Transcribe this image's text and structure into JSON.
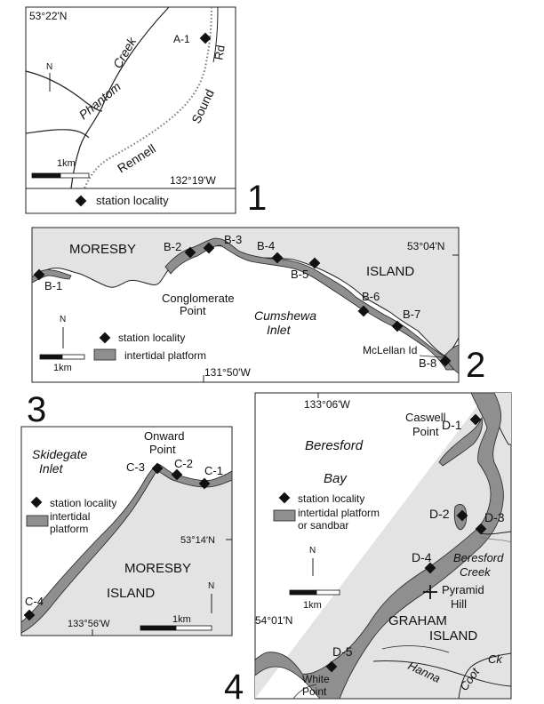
{
  "map1": {
    "lat_label": "53°22'N",
    "lon_label": "132°19'W",
    "north": "N",
    "scale": "1km",
    "legend_station": "station locality",
    "panel_number": "1",
    "stations": [
      {
        "id": "A-1"
      }
    ],
    "features": {
      "creek": "Creek",
      "phantom": "Phantom",
      "rd": "Rd",
      "sound": "Sound",
      "rennell": "Rennell"
    }
  },
  "map2": {
    "lat_label": "53°04'N",
    "lon_label": "131°50'W",
    "north": "N",
    "scale": "1km",
    "legend_station": "station locality",
    "legend_platform": "intertidal platform",
    "panel_number": "2",
    "stations": [
      {
        "id": "B-1"
      },
      {
        "id": "B-2"
      },
      {
        "id": "B-3"
      },
      {
        "id": "B-4"
      },
      {
        "id": "B-5"
      },
      {
        "id": "B-6"
      },
      {
        "id": "B-7"
      },
      {
        "id": "B-8"
      }
    ],
    "features": {
      "moresby": "MORESBY",
      "island": "ISLAND",
      "conglomerate": "Conglomerate",
      "point": "Point",
      "cumshewa": "Cumshewa",
      "inlet": "Inlet",
      "mclellan": "McLellan Id"
    }
  },
  "map3": {
    "lat_label": "53°14'N",
    "lon_label": "133°56'W",
    "north": "N",
    "scale": "1km",
    "legend_station": "station locality",
    "legend_platform_1": "intertidal",
    "legend_platform_2": "platform",
    "panel_number": "3",
    "stations": [
      {
        "id": "C-1"
      },
      {
        "id": "C-2"
      },
      {
        "id": "C-3"
      },
      {
        "id": "C-4"
      }
    ],
    "features": {
      "skidegate": "Skidegate",
      "inlet": "Inlet",
      "onward": "Onward",
      "point": "Point",
      "moresby": "MORESBY",
      "island": "ISLAND"
    }
  },
  "map4": {
    "lat_label": "54°01'N",
    "lon_label": "133°06'W",
    "north": "N",
    "scale": "1km",
    "legend_station": "station locality",
    "legend_platform_1": "intertidal platform",
    "legend_platform_2": "or sandbar",
    "panel_number": "4",
    "stations": [
      {
        "id": "D-1"
      },
      {
        "id": "D-2"
      },
      {
        "id": "D-3"
      },
      {
        "id": "D-4"
      },
      {
        "id": "D-5"
      }
    ],
    "features": {
      "caswell": "Caswell",
      "point": "Point",
      "beresford": "Beresford",
      "bay": "Bay",
      "beresford2": "Beresford",
      "creek": "Creek",
      "pyramid": "Pyramid",
      "hill": "Hill",
      "graham": "GRAHAM",
      "island": "ISLAND",
      "white": "White",
      "point2": "Point",
      "hanna": "Hanna",
      "coot": "Coot",
      "ck": "Ck"
    }
  },
  "colors": {
    "land": "#e3e3e3",
    "platform": "#8f8f8f",
    "outline": "#222222",
    "water": "#ffffff"
  }
}
